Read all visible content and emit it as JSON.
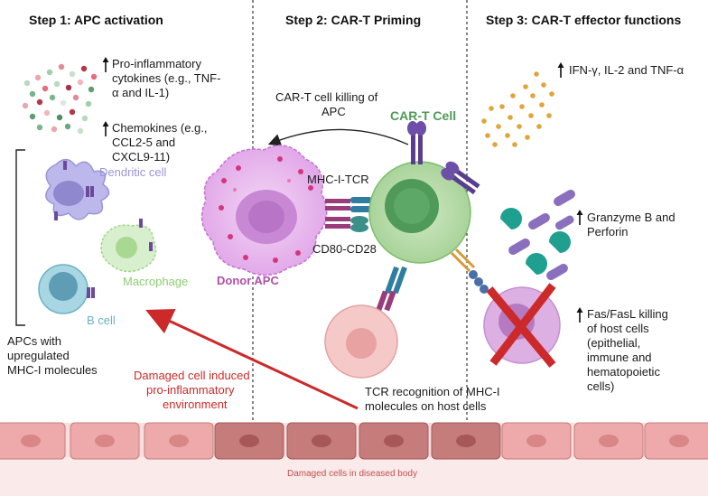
{
  "steps": {
    "step1": "Step 1: APC activation",
    "step2": "Step 2: CAR-T Priming",
    "step3": "Step 3: CAR-T effector functions"
  },
  "step1": {
    "cytokines_line1": "Pro-inflammatory",
    "cytokines_line2": "cytokines (e.g., TNF-",
    "cytokines_line3": "α and IL-1)",
    "chemokines_line1": "Chemokines (e.g.,",
    "chemokines_line2": "CCL2-5 and",
    "chemokines_line3": "CXCL9-11)",
    "dendritic": "Dendritic cell",
    "macrophage": "Macrophage",
    "bcell": "B cell",
    "apcs_line1": "APCs with",
    "apcs_line2": "upregulated",
    "apcs_line3": "MHC-I molecules"
  },
  "step2": {
    "killing_line1": "CAR-T cell killing of",
    "killing_line2": "APC",
    "cart_cell": "CAR-T Cell",
    "mhc_tcr": "MHC-I-TCR",
    "cd80": "CD80-CD28",
    "donor_apc": "Donor APC"
  },
  "step3": {
    "ifn": "IFN-γ, IL-2 and TNF-α",
    "granzyme_line1": "Granzyme B and",
    "granzyme_line2": "Perforin",
    "fas_line1": "Fas/FasL killing",
    "fas_line2": "of host cells",
    "fas_line3": "(epithelial,",
    "fas_line4": "immune and",
    "fas_line5": "hematopoietic",
    "fas_line6": "cells)"
  },
  "bottom": {
    "damaged_line1": "Damaged cell induced",
    "damaged_line2": "pro-inflammatory",
    "damaged_line3": "environment",
    "tcr_line1": "TCR recognition of MHC-I",
    "tcr_line2": "molecules on host cells",
    "tissue_label": "Damaged cells in diseased body"
  },
  "colors": {
    "dendritic": "#9b95d6",
    "macrophage": "#9fd48a",
    "bcell": "#6ab2c8",
    "cart": "#4f9a58",
    "donor": "#b24ea8",
    "red_arrow": "#cc2a2a",
    "tissue": "#e89a9a",
    "tissue_dark": "#b86868"
  }
}
